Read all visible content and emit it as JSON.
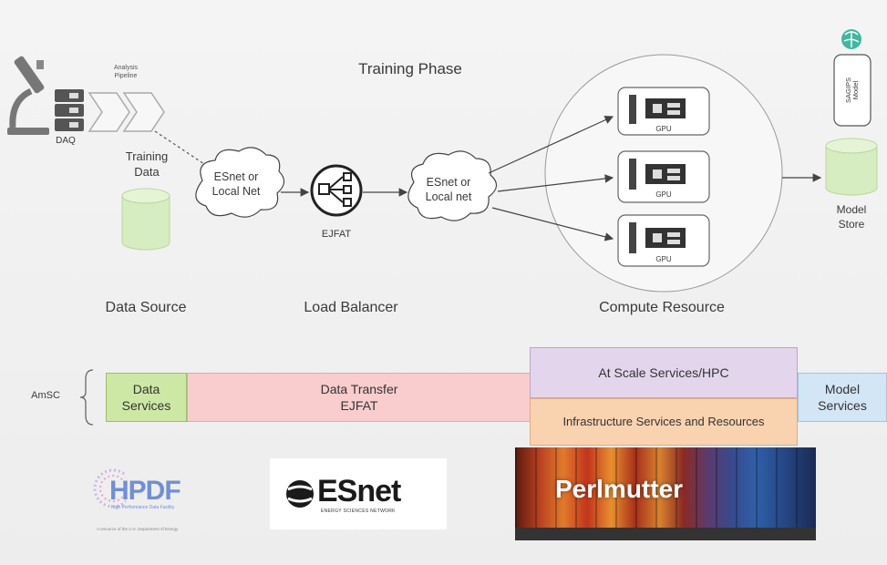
{
  "diagram": {
    "title": "Training Phase",
    "daq": "DAQ",
    "analysis_pipeline": [
      "Analysis",
      "Pipeline"
    ],
    "training_data": [
      "Training",
      "Data"
    ],
    "cloud_left": [
      "ESnet or",
      "Local Net"
    ],
    "cloud_right": [
      "ESnet or",
      "Local net"
    ],
    "ejfat": "EJFAT",
    "gpu": "GPU",
    "model_badge": [
      "SAGIPS",
      "Model"
    ],
    "model_store": [
      "Model",
      "Store"
    ],
    "sections": {
      "data_source": "Data Source",
      "load_balancer": "Load Balancer",
      "compute_resource": "Compute Resource"
    }
  },
  "amsc": {
    "label": "AmSC",
    "data_services": [
      "Data",
      "Services"
    ],
    "data_transfer": [
      "Data Transfer",
      "EJFAT"
    ],
    "at_scale": "At Scale Services/HPC",
    "infrastructure": "Infrastructure Services and Resources",
    "model_services": [
      "Model",
      "Services"
    ]
  },
  "logos": {
    "hpdf": "HPDF",
    "hpdf_sub": "High Performance Data Facility",
    "hpdf_tagline": "A resource of the U.S. Department of Energy",
    "esnet": "ESnet",
    "esnet_sub": "ENERGY SCIENCES NETWORK",
    "perlmutter": "Perlmutter"
  },
  "colors": {
    "data_services": "#cde8a4",
    "data_transfer": "#f9cdcd",
    "at_scale": "#e3d6ec",
    "infrastructure": "#f9d3b0",
    "model_services": "#d3e6f5",
    "cylinder": "#d6ecc1"
  }
}
